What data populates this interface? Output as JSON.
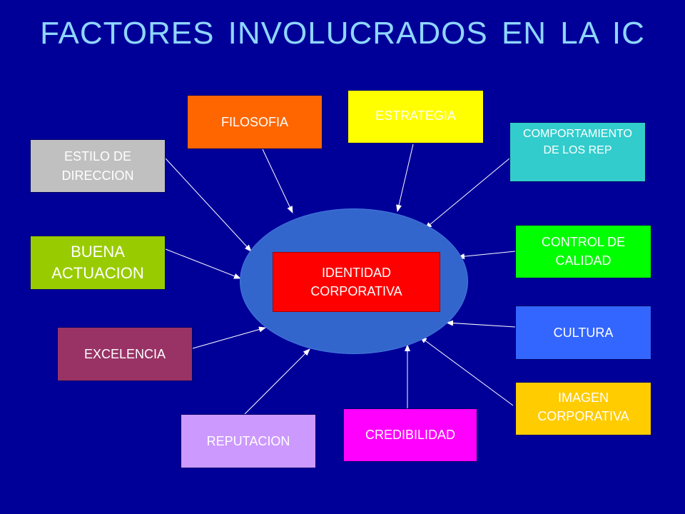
{
  "title": "FACTORES INVOLUCRADOS EN LA IC",
  "center": {
    "label": "IDENTIDAD\nCORPORATIVA",
    "color": "#ff0000",
    "ellipse_color": "#3366cc"
  },
  "factors": {
    "estilo": {
      "label": "ESTILO DE\nDIRECCION",
      "color": "#c0c0c0"
    },
    "filosofia": {
      "label": "FILOSOFIA",
      "color": "#ff6600"
    },
    "estrategia": {
      "label": "ESTRATEGIA",
      "color": "#ffff00"
    },
    "comportamiento": {
      "label": "COMPORTAMIENTO\nDE LOS REP",
      "color": "#33cccc"
    },
    "buena": {
      "label": "BUENA\nACTUACION",
      "color": "#99cc00"
    },
    "control": {
      "label": "CONTROL DE\nCALIDAD",
      "color": "#00ff00"
    },
    "cultura": {
      "label": "CULTURA",
      "color": "#3366ff"
    },
    "excelencia": {
      "label": "EXCELENCIA",
      "color": "#993366"
    },
    "imagen": {
      "label": "IMAGEN\nCORPORATIVA",
      "color": "#ffcc00"
    },
    "reputacion": {
      "label": "REPUTACION",
      "color": "#cc99ff"
    },
    "credibilidad": {
      "label": "CREDIBILIDAD",
      "color": "#ff00ff"
    }
  },
  "colors": {
    "background": "#000099",
    "title": "#8fd6ff",
    "arrow": "#ffffff"
  }
}
